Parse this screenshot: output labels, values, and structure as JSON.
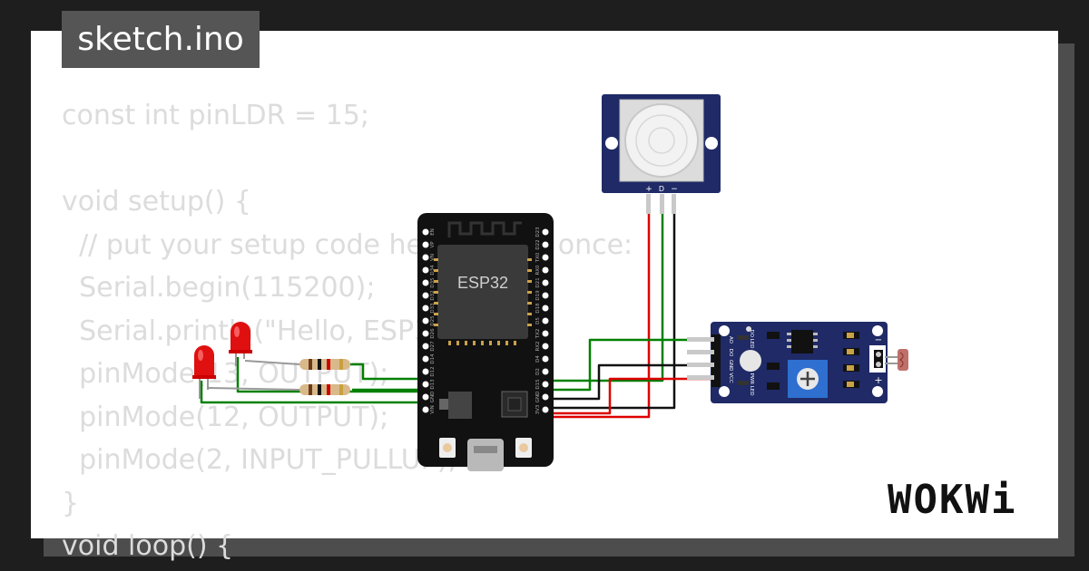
{
  "title_tab": "sketch.ino",
  "code_lines": [
    "const int pinLDR = 15;",
    "",
    "void setup() {",
    "  // put your setup code here, to run once:",
    "  Serial.begin(115200);",
    "  Serial.println(\"Hello, ESP32!\");",
    "  pinMode(13, OUTPUT);",
    "  pinMode(12, OUTPUT);",
    "  pinMode(2, INPUT_PULLUP);",
    "}",
    "void loop() {"
  ],
  "esp32": {
    "chip_label": "ESP32",
    "pins_left": [
      "EN",
      "VP",
      "VN",
      "D34",
      "D35",
      "D32",
      "D33",
      "D25",
      "D26",
      "D27",
      "D14",
      "D12",
      "D13",
      "GND",
      "VIN"
    ],
    "pins_right": [
      "D23",
      "D22",
      "TX0",
      "RX0",
      "D21",
      "D19",
      "D18",
      "D5",
      "TX2",
      "RX2",
      "D4",
      "D2",
      "D15",
      "GND",
      "3V3"
    ]
  },
  "pir": {
    "pin_labels": [
      "+",
      "D",
      "−"
    ]
  },
  "ldr_module": {
    "pin_labels": [
      "AO",
      "DO",
      "GND",
      "VCC"
    ],
    "led_labels": [
      "DO LED",
      "PWR LED"
    ],
    "side_labels": [
      "−",
      "+"
    ]
  },
  "logo": "WOKWi",
  "colors": {
    "background": "#1e1e1e",
    "card": "#ffffff",
    "code_text": "#dcdcdc",
    "tab": "#555555",
    "wire_green": "#008000",
    "wire_red": "#dd0000",
    "wire_black": "#111111",
    "module_blue": "#1f2a66"
  }
}
